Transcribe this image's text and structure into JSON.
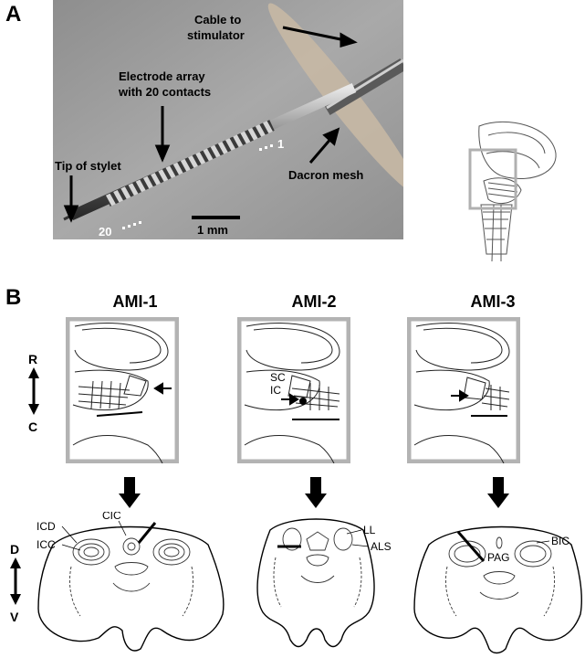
{
  "panel_a": {
    "letter": "A",
    "photo_labels": {
      "cable": "Cable to\nstimulator",
      "array": "Electrode array\nwith 20 contacts",
      "tip": "Tip of stylet",
      "mesh": "Dacron mesh",
      "contact_first": "1",
      "contact_last": "20",
      "scale": "1 mm"
    }
  },
  "panel_b": {
    "letter": "B",
    "titles": [
      "AMI-1",
      "AMI-2",
      "AMI-3"
    ],
    "axis_rc": {
      "top": "R",
      "bottom": "C"
    },
    "axis_dv": {
      "top": "D",
      "bottom": "V"
    },
    "ami2_labels": {
      "sc": "SC",
      "ic": "IC"
    },
    "section_labels": {
      "cic": "CIC",
      "icd": "ICD",
      "icc": "ICC",
      "ll": "LL",
      "als": "ALS",
      "pag": "PAG",
      "bic": "BIC"
    }
  }
}
